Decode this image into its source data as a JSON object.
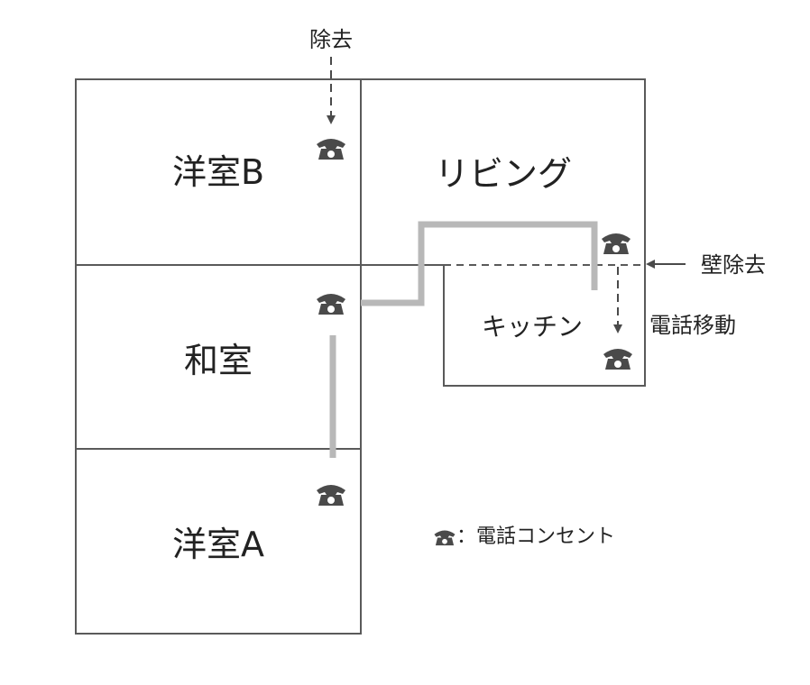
{
  "rooms": {
    "western_b": "洋室B",
    "living": "リビング",
    "japanese": "和室",
    "kitchen": "キッチン",
    "western_a": "洋室A"
  },
  "annotations": {
    "remove_top": "除去",
    "wall_remove": "壁除去",
    "phone_move": "電話移動"
  },
  "legend": {
    "icon": "phone-icon",
    "text": "：電話コンセント"
  },
  "colors": {
    "wall": "#5a5a5a",
    "wire": "#b8b8b8",
    "icon": "#4a4a4a",
    "arrow": "#4a4a4a"
  }
}
